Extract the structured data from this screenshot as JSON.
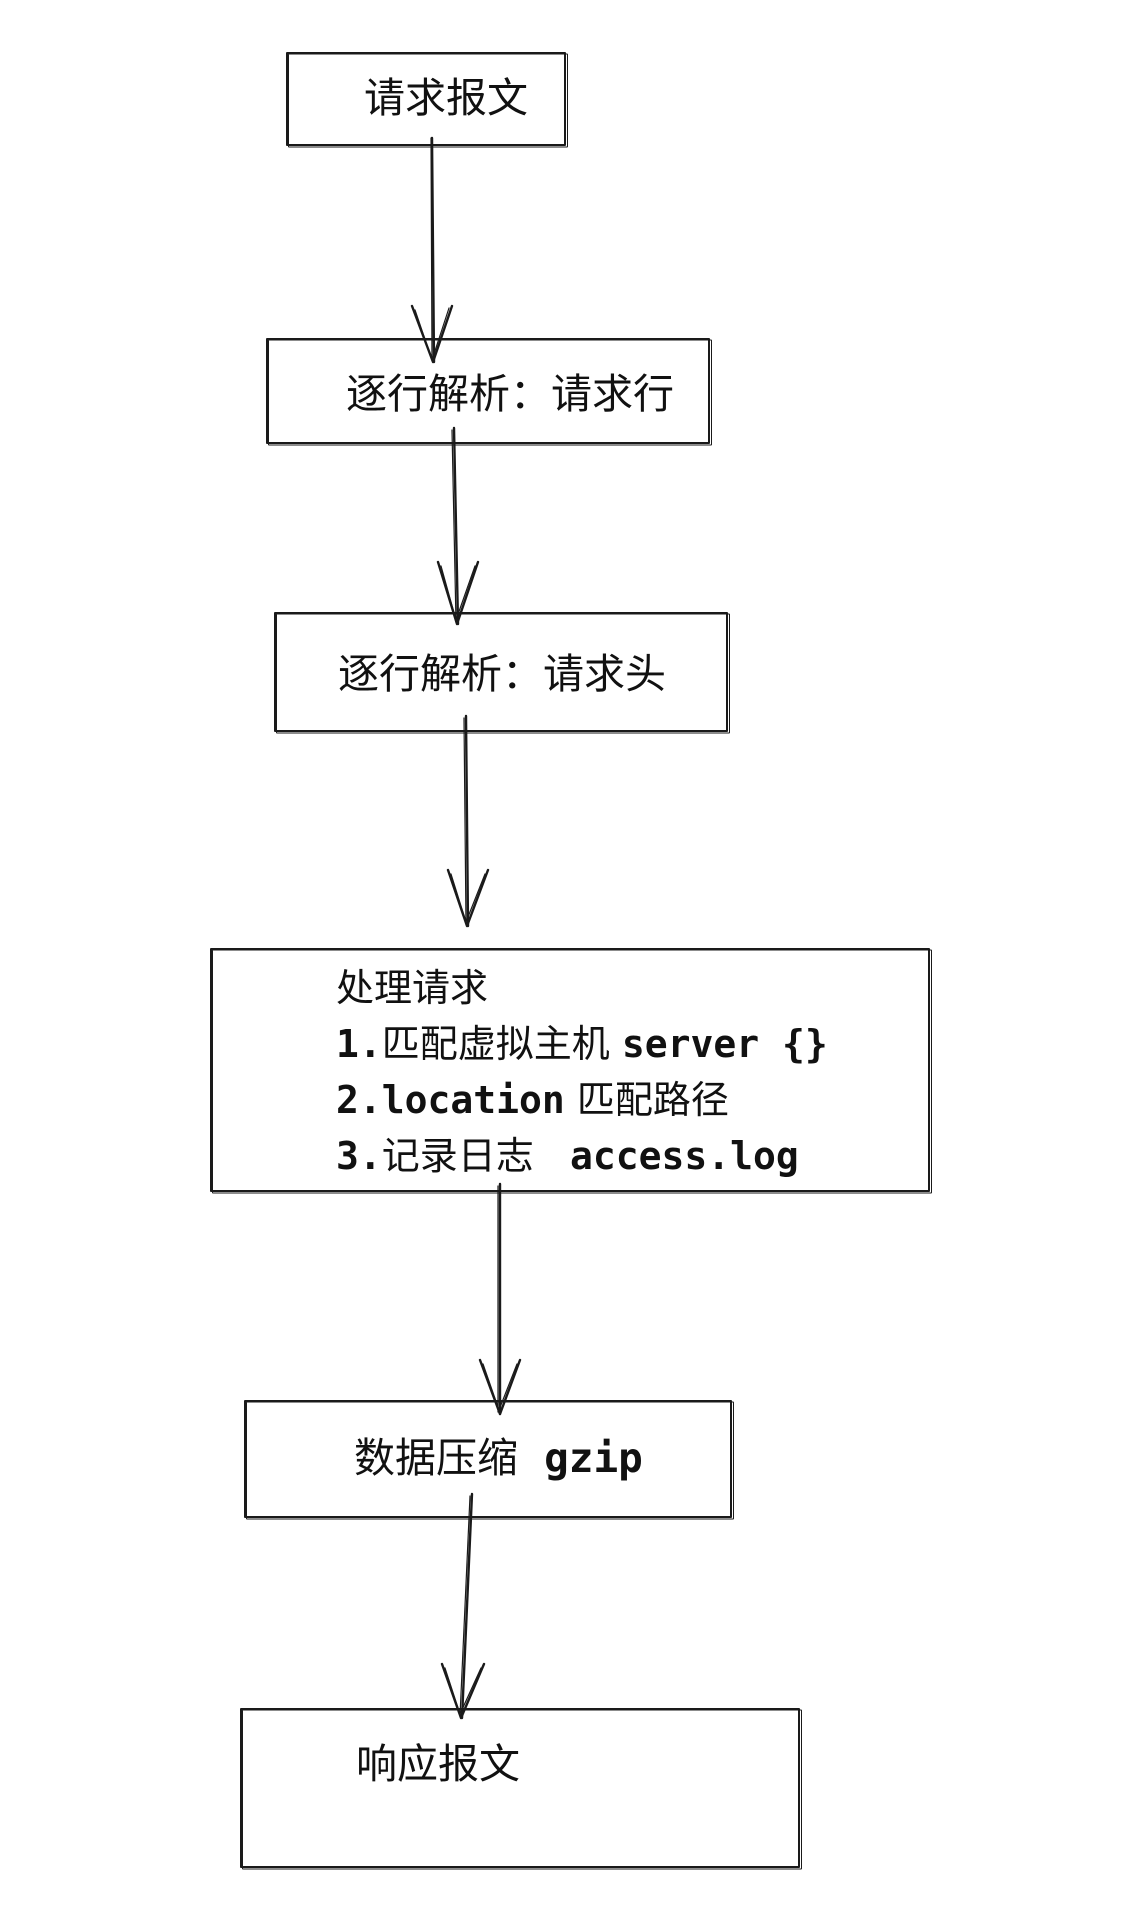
{
  "nodes": {
    "request_message": "请求报文",
    "parse_request_line": "逐行解析：请求行",
    "parse_request_header": "逐行解析：请求头",
    "process": {
      "title": "处理请求",
      "step1_num": "1.",
      "step1_text": "匹配虚拟主机",
      "step1_code": "server {}",
      "step2_num": "2.",
      "step2_code": "location",
      "step2_text": "匹配路径",
      "step3_num": "3.",
      "step3_text": "记录日志",
      "step3_code": "access.log"
    },
    "compress": {
      "text": "数据压缩",
      "code": "gzip"
    },
    "response_message": "响应报文"
  },
  "style": {
    "stroke": "#1a1a1a",
    "background": "#ffffff"
  }
}
